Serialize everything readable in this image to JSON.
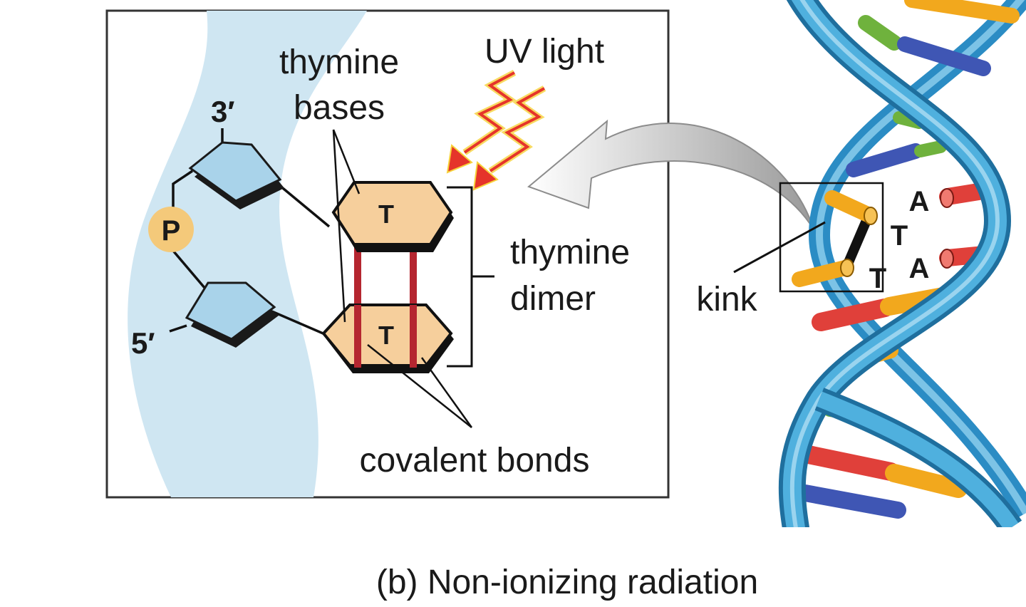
{
  "panel": {
    "labels": {
      "thymine_bases_line1": "thymine",
      "thymine_bases_line2": "bases",
      "uv_light": "UV light",
      "prime_3": "3′",
      "prime_5": "5′",
      "phosphate": "P",
      "thymine_top": "T",
      "thymine_bottom": "T",
      "thymine_dimer_line1": "thymine",
      "thymine_dimer_line2": "dimer",
      "covalent_bonds": "covalent bonds"
    }
  },
  "helix": {
    "labels": {
      "kink": "kink",
      "t_upper": "T",
      "t_lower": "T",
      "a_upper": "A",
      "a_lower": "A"
    }
  },
  "caption": "(b) Non-ionizing radiation",
  "colors": {
    "backbone_band": "#cfe6f2",
    "sugar": "#a9d3ea",
    "thymine_base": "#f6cf9c",
    "phosphate": "#f4c97a",
    "covalent_bond": "#b52630",
    "uv_arrow": "#e5342a",
    "uv_glow": "#f7d23a",
    "helix_strand": "#3c9ed0",
    "helix_strand_dark": "#1f6f9e",
    "rung_orange": "#f2a81d",
    "rung_red": "#e0403a",
    "rung_blue": "#3f56b4",
    "rung_green": "#6fb23d"
  }
}
